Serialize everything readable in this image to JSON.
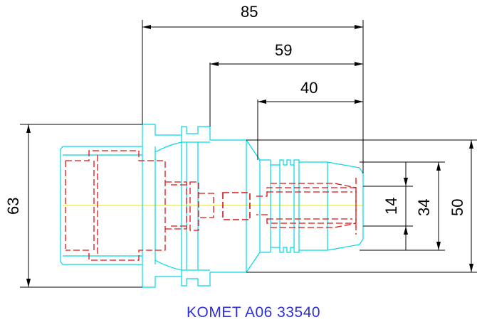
{
  "drawing": {
    "dimensions": {
      "overall_length": "85",
      "flange_length": "59",
      "collet_length": "40",
      "bore_diameter": "14",
      "nose_diameter": "34",
      "body_diameter": "50",
      "shank_diameter": "63"
    },
    "caption": "KOMET A06 33540",
    "colors": {
      "outline": "#00d8e8",
      "hidden_lines": "#e01010",
      "centerline": "#e8e800",
      "dimension_lines": "#000000",
      "caption": "#2f2fd6"
    }
  }
}
